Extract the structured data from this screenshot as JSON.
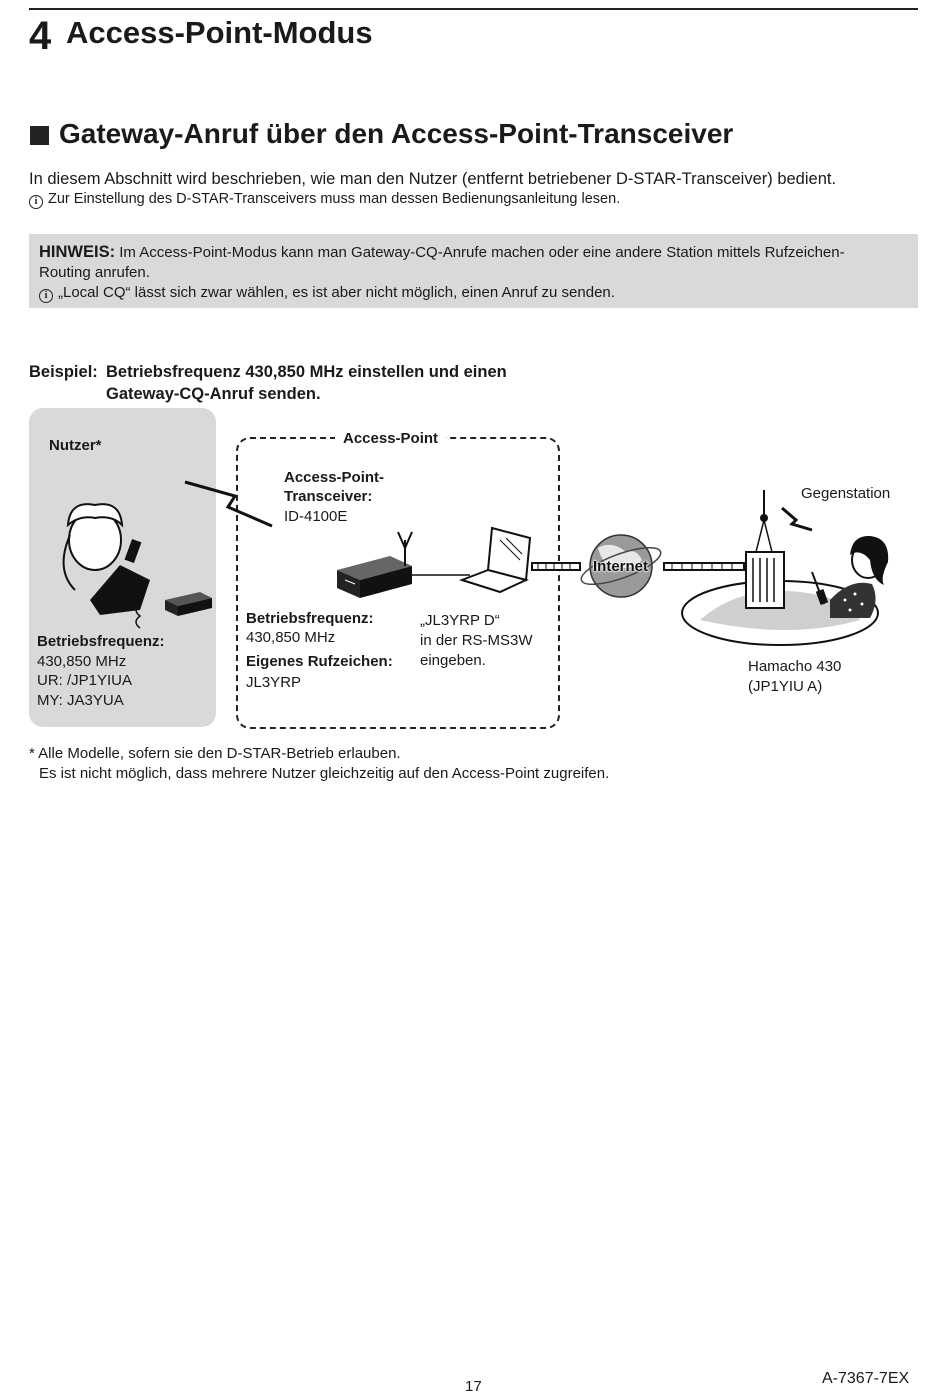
{
  "chapter": {
    "number": "4",
    "title": "Access-Point-Modus"
  },
  "section": {
    "title": "Gateway-Anruf über den Access-Point-Transceiver"
  },
  "intro": "In diesem Abschnitt wird beschrieben, wie man den Nutzer (entfernt betriebener D-STAR-Transceiver) bedient.",
  "info_line": "Zur Einstellung des D-STAR-Transceivers muss man dessen Bedienungsanleitung lesen.",
  "note": {
    "label": "HINWEIS:",
    "line1": "Im Access-Point-Modus kann man Gateway-CQ-Anrufe machen oder eine andere Station mittels Rufzeichen-",
    "line2": "Routing anrufen.",
    "line3": "„Local CQ“ lässt sich zwar wählen, es ist aber nicht möglich, einen Anruf zu senden."
  },
  "example": {
    "label": "Beispiel:",
    "line1": "Betriebsfrequenz 430,850 MHz einstellen und einen",
    "line2": "Gateway-CQ-Anruf senden."
  },
  "diagram": {
    "user_title": "Nutzer*",
    "user_freq_label": "Betriebsfrequenz:",
    "user_freq": "430,850 MHz",
    "user_ur": "UR: /JP1YIUA",
    "user_my": "MY: JA3YUA",
    "ap_title": "Access-Point",
    "ap_trx_label1": "Access-Point-",
    "ap_trx_label2": "Transceiver:",
    "ap_trx_model": "ID-4100E",
    "ap_freq_label": "Betriebsfrequenz:",
    "ap_freq": "430,850 MHz",
    "ap_call_label": "Eigenes Rufzeichen:",
    "ap_call": "JL3YRP",
    "pc_line1": "„JL3YRP D“",
    "pc_line2": "in der RS-MS3W",
    "pc_line3": "eingeben.",
    "internet": "Internet",
    "remote_title": "Gegenstation",
    "repeater_name": "Hamacho 430",
    "repeater_call": "(JP1YIU A)"
  },
  "footnote": {
    "line1": "* Alle Modelle, sofern sie den D-STAR-Betrieb erlauben.",
    "line2": "Es ist nicht möglich, dass mehrere Nutzer gleichzeitig auf den Access-Point zugreifen."
  },
  "page_number": "17",
  "doc_code": "A-7367-7EX"
}
